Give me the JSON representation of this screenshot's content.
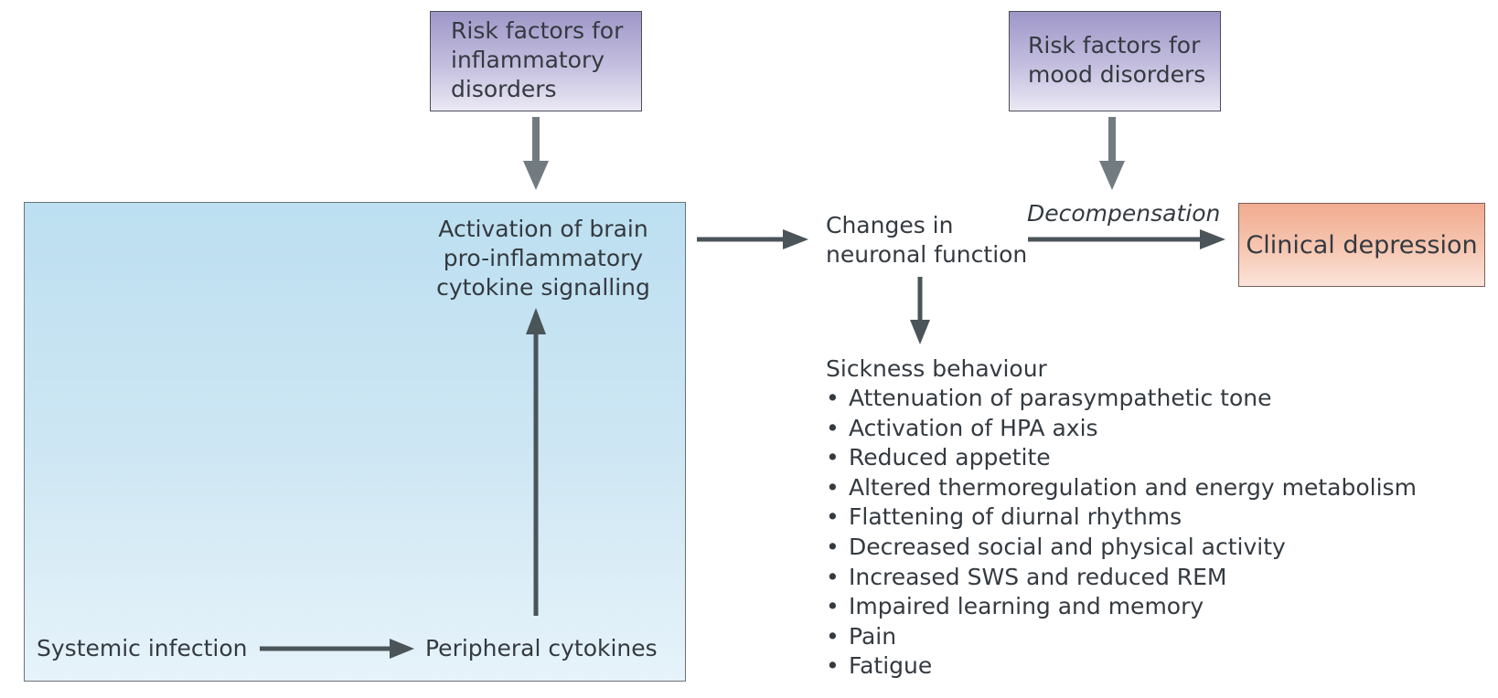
{
  "risk_inflammatory": [
    "Risk factors for",
    "inflammatory",
    "disorders"
  ],
  "risk_mood": [
    "Risk factors for",
    "mood disorders"
  ],
  "activation": [
    "Activation of brain",
    "pro-inflammatory",
    "cytokine signalling"
  ],
  "systemic_infection": "Systemic infection",
  "peripheral_cytokines": "Peripheral cytokines",
  "changes": [
    "Changes in",
    "neuronal function"
  ],
  "decompensation": "Decompensation",
  "clinical_depression": "Clinical depression",
  "sickness": {
    "title": "Sickness behaviour",
    "bullet": "•",
    "items": [
      "Attenuation of parasympathetic tone",
      "Activation of HPA axis",
      "Reduced appetite",
      "Altered thermoregulation and energy metabolism",
      "Flattening of diurnal rhythms",
      "Decreased social and physical activity",
      "Increased SWS and reduced REM",
      "Impaired learning and memory",
      "Pain",
      "Fatigue"
    ]
  },
  "colors": {
    "arrow": "#4a5459",
    "risk_arrow": "#717b80",
    "risk_box": "#9e97c8",
    "blue_panel": "#bcdff1",
    "clinical_box": "#f1ab90"
  }
}
